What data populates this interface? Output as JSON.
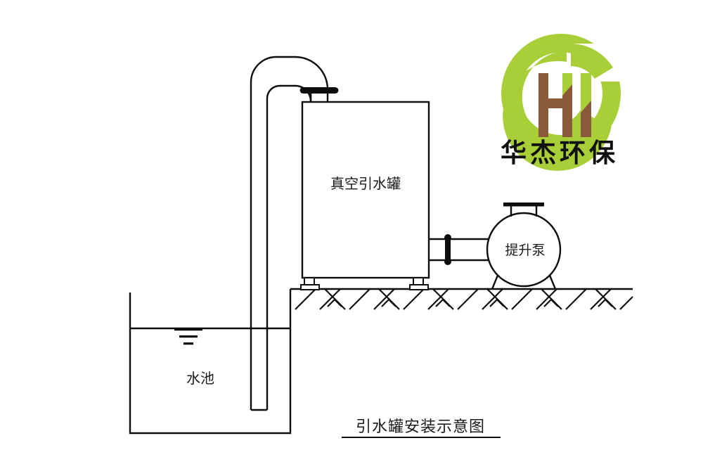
{
  "document": {
    "type": "engineering-schematic",
    "caption": "引水罐安装示意图"
  },
  "labels": {
    "tank": "真空引水罐",
    "pump": "提升泵",
    "pool": "水池"
  },
  "logo": {
    "mark_letters": "HJ",
    "company_name": "华杰环保",
    "ring_color": "#a8cf38",
    "letter_brown": "#8a5a3b",
    "letter_green": "#a8cf38",
    "text_color": "#111111"
  },
  "components": [
    {
      "id": "vacuum-priming-tank",
      "label": "真空引水罐"
    },
    {
      "id": "lift-pump",
      "label": "提升泵"
    },
    {
      "id": "water-pool",
      "label": "水池"
    },
    {
      "id": "suction-pipe",
      "label": ""
    },
    {
      "id": "inverted-u-pipe",
      "label": ""
    },
    {
      "id": "discharge-pipe",
      "label": ""
    },
    {
      "id": "ground-line",
      "label": ""
    },
    {
      "id": "water-level",
      "label": ""
    }
  ],
  "colors": {
    "line": "#0d0d0d",
    "background": "#ffffff",
    "text": "#1a1a1a"
  }
}
